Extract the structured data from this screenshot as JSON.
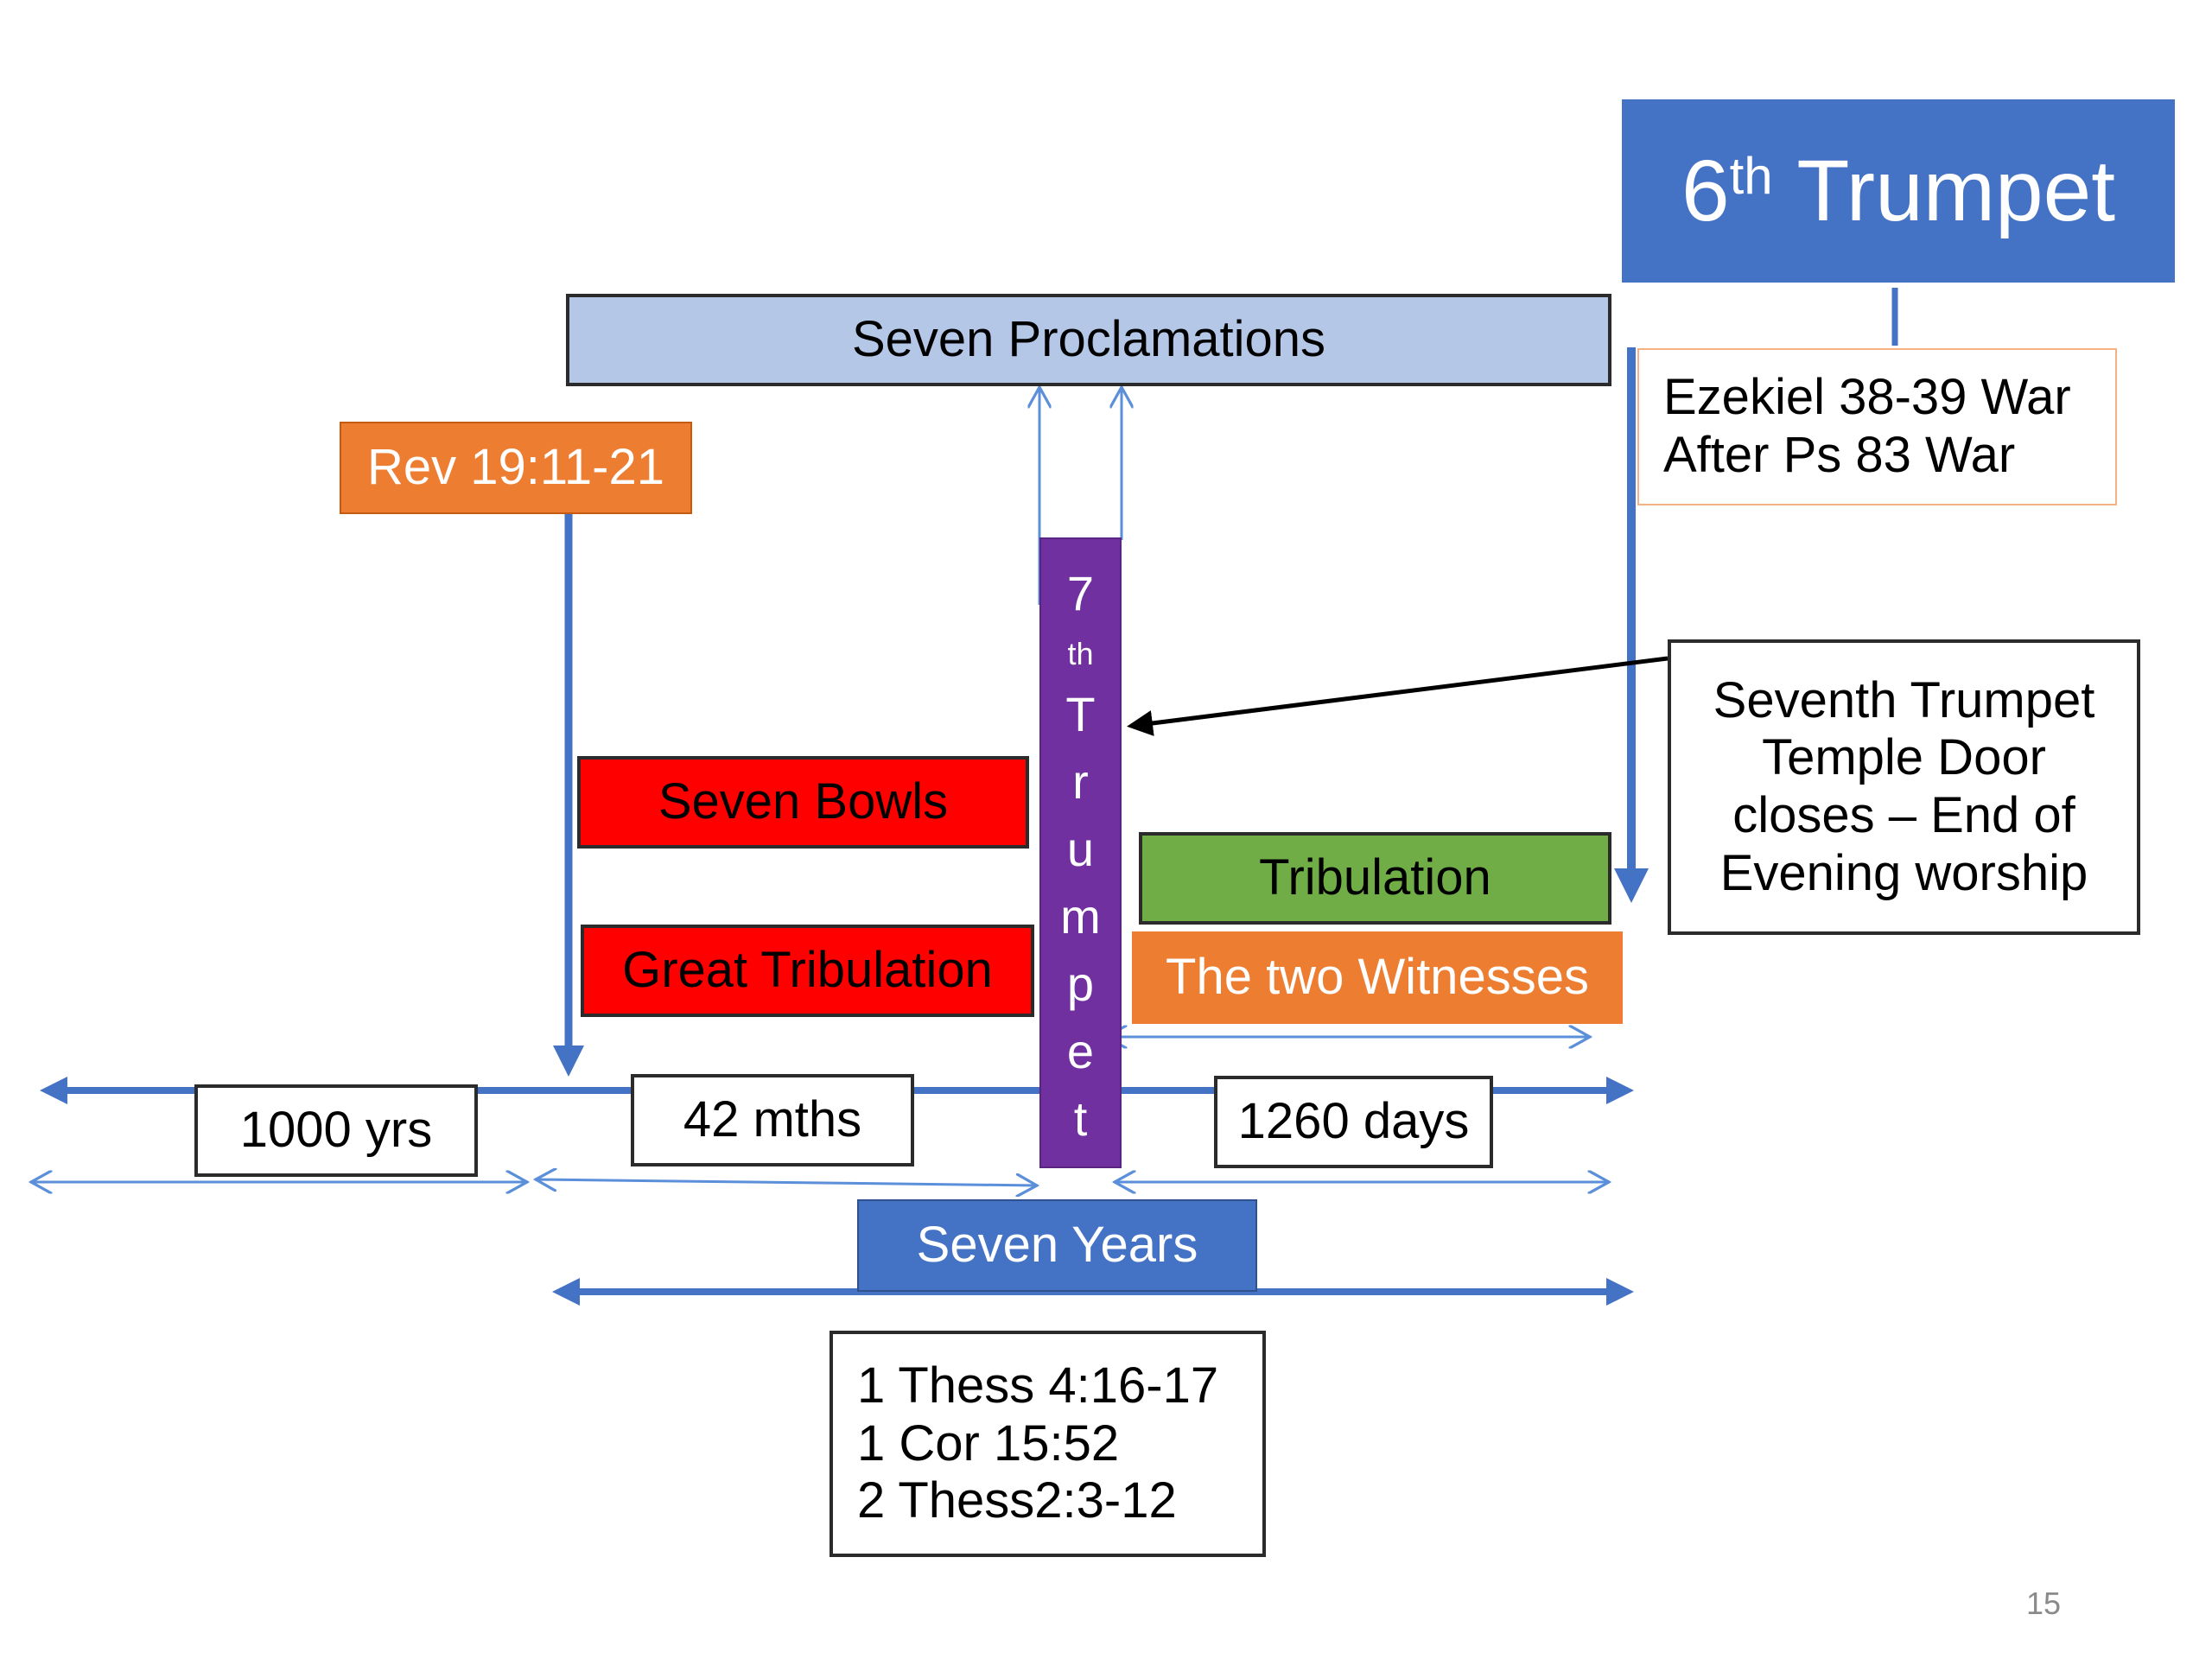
{
  "colors": {
    "axis_blue": "#4472c4",
    "thin_blue": "#5b8fd9",
    "light_blue_fill": "#b4c7e7",
    "orange": "#ed7d31",
    "red": "#ff0000",
    "green": "#70ad47",
    "purple": "#7030a0",
    "dark_blue_fill": "#4472c4"
  },
  "header": {
    "sixth_trumpet_number": "6",
    "sixth_trumpet_suffix": "th",
    "sixth_trumpet_word": "Trumpet"
  },
  "boxes": {
    "seven_proclamations": "Seven Proclamations",
    "ezekiel_line1": "Ezekiel 38-39 War",
    "ezekiel_line2": "After Ps 83 War",
    "rev": "Rev 19:11-21",
    "seventh_note_line1": "Seventh Trumpet",
    "seventh_note_line2": "Temple Door",
    "seventh_note_line3": "closes – End of",
    "seventh_note_line4": "Evening worship",
    "seven_bowls": "Seven Bowls",
    "great_tribulation": "Great Tribulation",
    "tribulation": "Tribulation",
    "two_witnesses": "The two Witnesses",
    "thousand_yrs": "1000 yrs",
    "forty_two_mths": "42 mths",
    "twelve_sixty_days": "1260 days",
    "seven_years": "Seven Years",
    "thess_line1": "1 Thess 4:16-17",
    "thess_line2": "1 Cor 15:52",
    "thess_line3": "2 Thess2:3-12"
  },
  "seventh_trumpet_vertical": [
    "7",
    "th",
    "T",
    "r",
    "u",
    "m",
    "p",
    "e",
    "t"
  ],
  "page_number": "15"
}
